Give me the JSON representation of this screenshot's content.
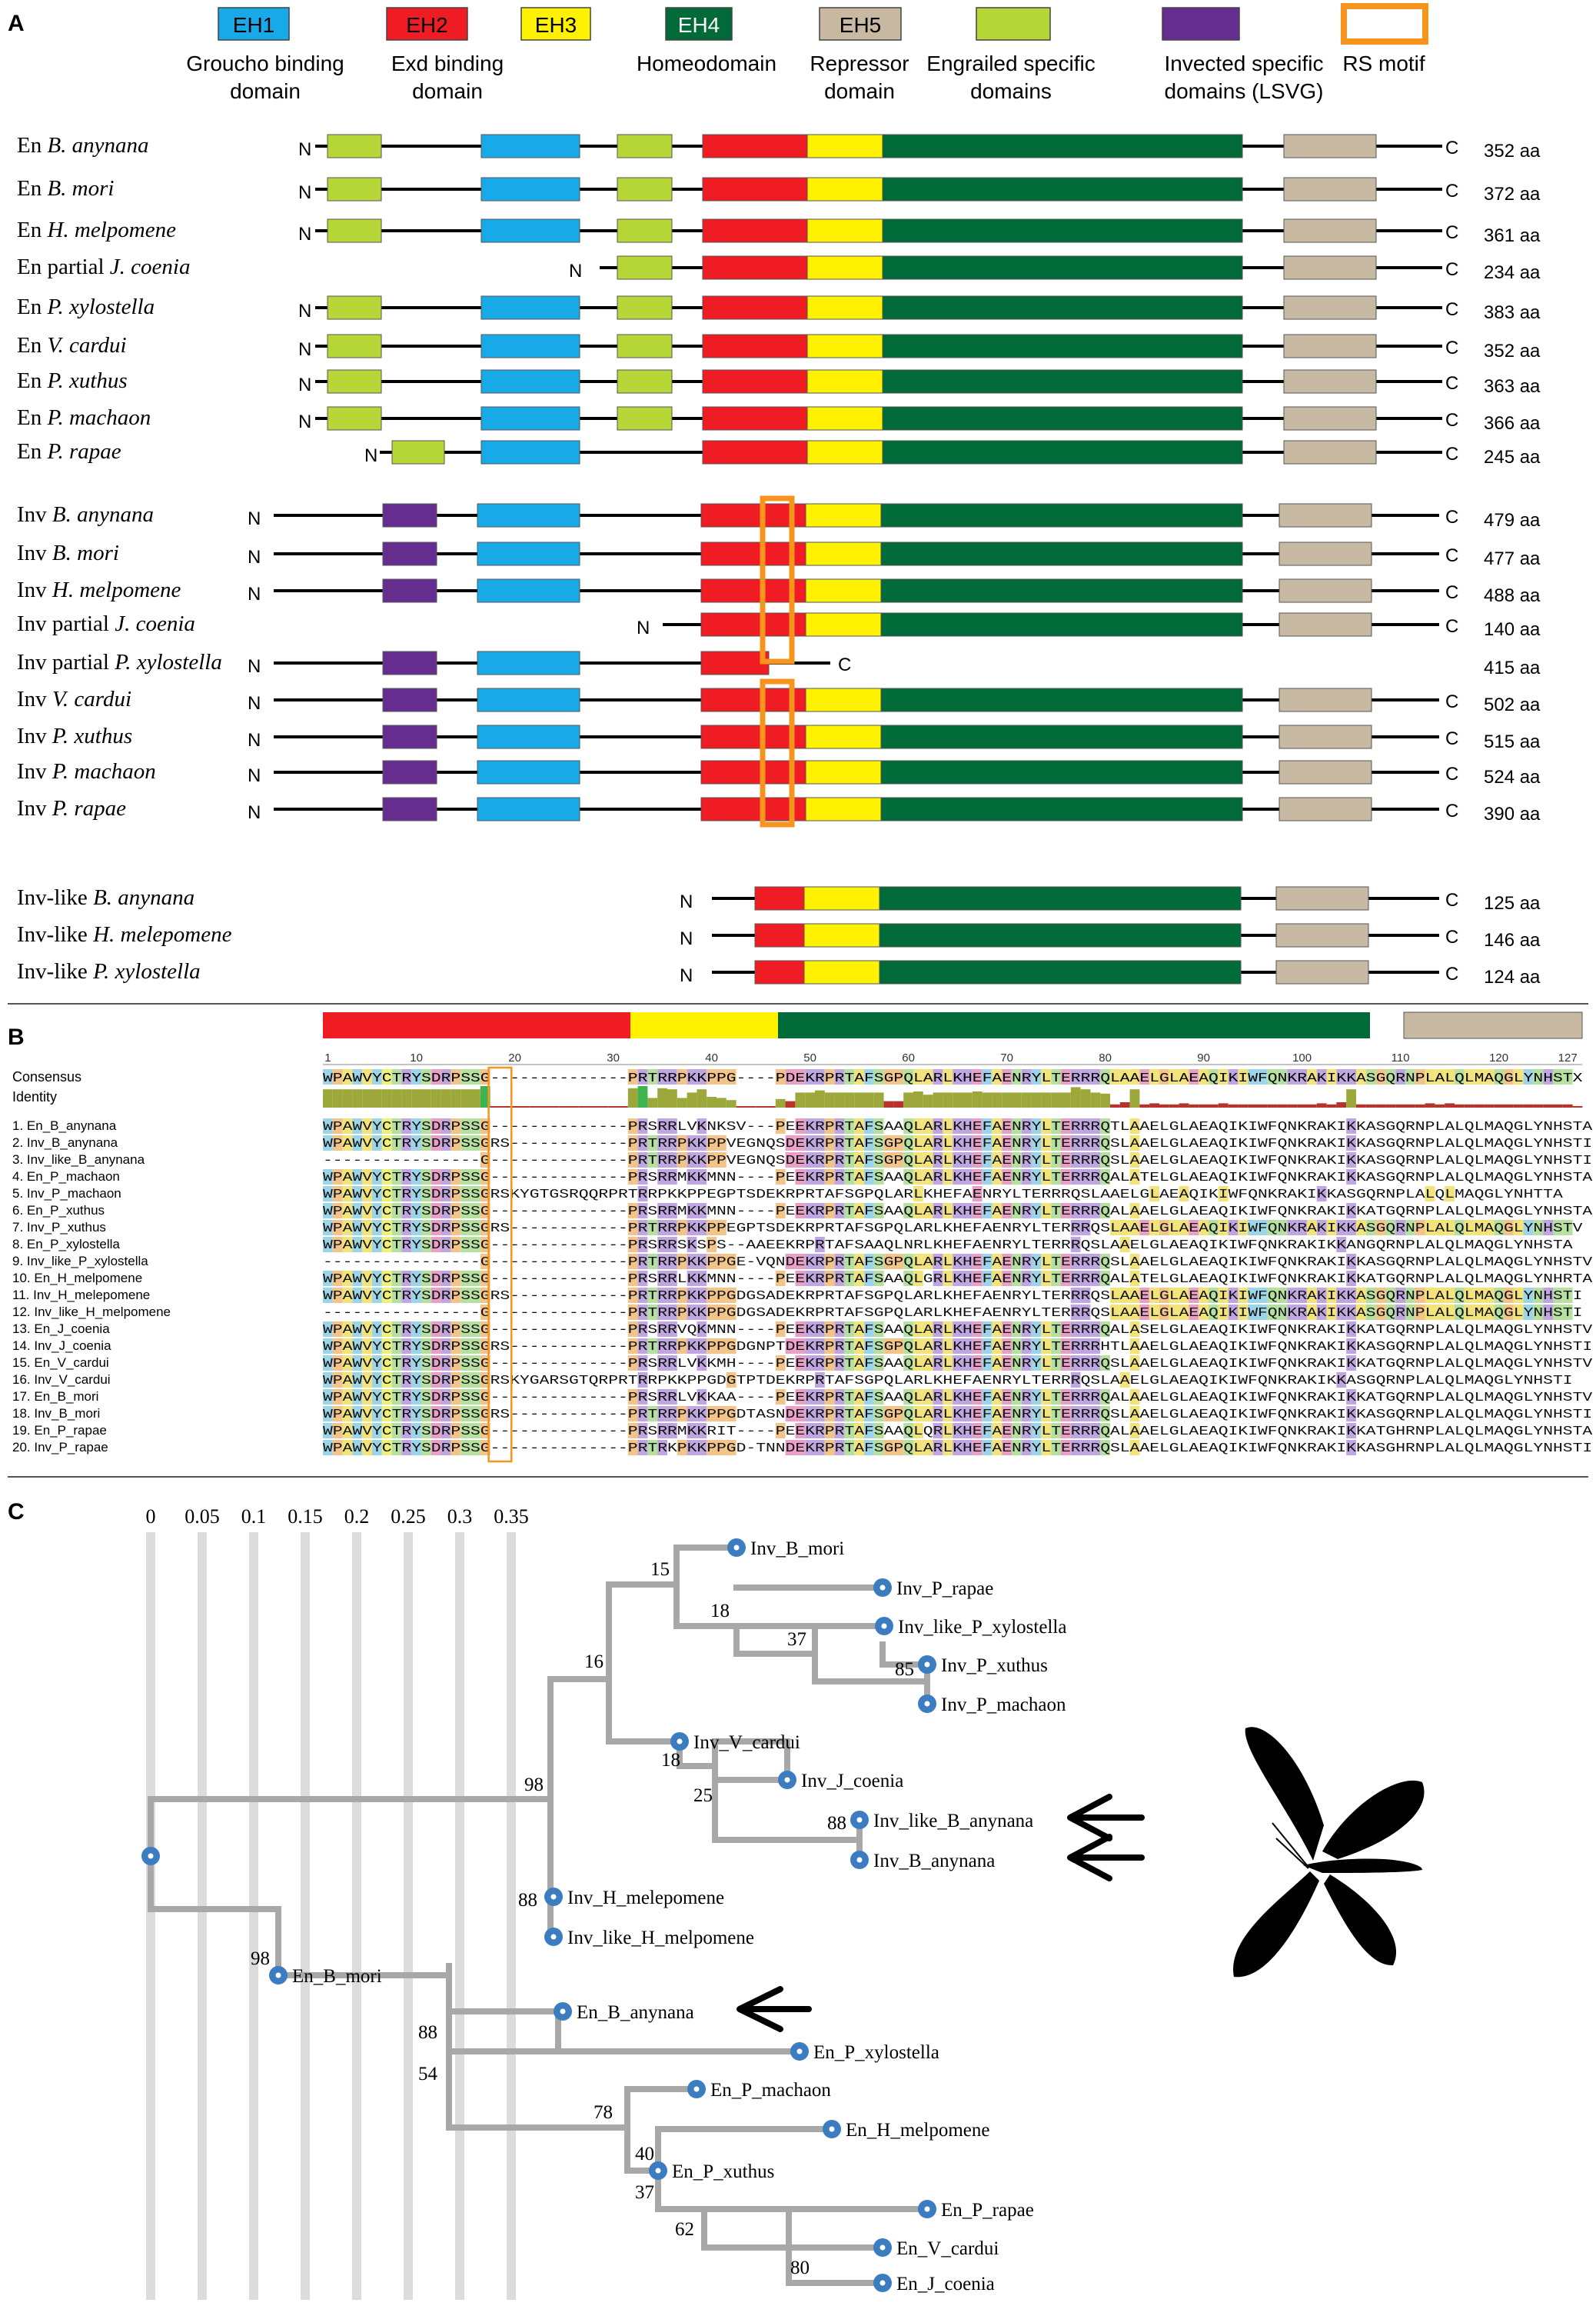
{
  "panels": {
    "a": "A",
    "b": "B",
    "c": "C"
  },
  "colors": {
    "EH1": "#17a9e8",
    "EH2": "#ef1c24",
    "EH3": "#fff200",
    "EH4": "#006a38",
    "EH5": "#c7b9a2",
    "EN": "#b5d636",
    "INV": "#662d91",
    "RS": "#f7941d",
    "tree_line": "#a8a8a8",
    "grid": "#dcdcdc",
    "node": "#3b7dc0"
  },
  "legend": [
    {
      "key": "EH1",
      "box_label": "EH1",
      "caption": [
        "Groucho binding",
        "domain"
      ]
    },
    {
      "key": "EH2",
      "box_label": "EH2",
      "caption": [
        "Exd binding",
        "domain"
      ]
    },
    {
      "key": "EH3",
      "box_label": "EH3",
      "caption": []
    },
    {
      "key": "EH4",
      "box_label": "EH4",
      "caption": [
        "Homeodomain"
      ]
    },
    {
      "key": "EH5",
      "box_label": "EH5",
      "caption": [
        "Repressor",
        "domain"
      ]
    },
    {
      "key": "EN",
      "box_label": "",
      "caption": [
        "Engrailed specific",
        "domains"
      ]
    },
    {
      "key": "INV",
      "box_label": "",
      "caption": [
        "Invected specific",
        "domains (LSVG)"
      ]
    },
    {
      "key": "RS",
      "box_label": "",
      "caption": [
        "RS motif"
      ]
    }
  ],
  "proteins": [
    {
      "prefix": "En ",
      "species": "B. anynana",
      "length": "352 aa",
      "group": "en"
    },
    {
      "prefix": "En ",
      "species": "B. mori",
      "length": "372 aa",
      "group": "en"
    },
    {
      "prefix": "En ",
      "species": "H. melpomene",
      "length": "361 aa",
      "group": "en"
    },
    {
      "prefix": "En partial ",
      "species": "J. coenia",
      "length": "234 aa",
      "group": "en"
    },
    {
      "prefix": "En ",
      "species": "P. xylostella",
      "length": "383 aa",
      "group": "en"
    },
    {
      "prefix": "En ",
      "species": "V. cardui",
      "length": "352 aa",
      "group": "en"
    },
    {
      "prefix": "En ",
      "species": "P. xuthus",
      "length": "363 aa",
      "group": "en"
    },
    {
      "prefix": "En ",
      "species": "P. machaon",
      "length": "366 aa",
      "group": "en"
    },
    {
      "prefix": "En ",
      "species": "P. rapae",
      "length": "245 aa",
      "group": "en"
    },
    {
      "prefix": "Inv ",
      "species": "B. anynana",
      "length": "479 aa",
      "group": "inv"
    },
    {
      "prefix": "Inv ",
      "species": "B. mori",
      "length": "477 aa",
      "group": "inv"
    },
    {
      "prefix": "Inv ",
      "species": "H. melpomene",
      "length": "488 aa",
      "group": "inv"
    },
    {
      "prefix": "Inv partial ",
      "species": "J. coenia",
      "length": "140 aa",
      "group": "inv"
    },
    {
      "prefix": "Inv partial ",
      "species": "P. xylostella",
      "length": "415 aa",
      "group": "inv"
    },
    {
      "prefix": "Inv ",
      "species": "V. cardui",
      "length": "502 aa",
      "group": "inv"
    },
    {
      "prefix": "Inv ",
      "species": "P. xuthus",
      "length": "515 aa",
      "group": "inv"
    },
    {
      "prefix": "Inv ",
      "species": "P. machaon",
      "length": "524 aa",
      "group": "inv"
    },
    {
      "prefix": "Inv ",
      "species": "P. rapae",
      "length": "390 aa",
      "group": "inv"
    },
    {
      "prefix": "Inv-like ",
      "species": "B. anynana",
      "length": "125 aa",
      "group": "like"
    },
    {
      "prefix": "Inv-like ",
      "species": "H. melepomene",
      "length": "146 aa",
      "group": "like"
    },
    {
      "prefix": "Inv-like ",
      "species": "P. xylostella",
      "length": "124 aa",
      "group": "like"
    }
  ],
  "termini": {
    "n": "N",
    "c": "C"
  },
  "alignment": {
    "consensus_label": "Consensus",
    "identity_label": "Identity",
    "ticks": [
      1,
      10,
      20,
      30,
      40,
      50,
      60,
      70,
      80,
      90,
      100,
      110,
      120,
      127
    ],
    "consensus": "WPAWVYCTRYSDRPSSG--------------PRTRRPKKPPG----PDEKRPRTAFSGPQLARLKHEFAENRYLTERRRQLAAELGLAEAQIKIWFQNKRAKIKKASGQRNPLALQLMAQGLYNHSTX",
    "sequences": [
      {
        "label": "1. En_B_anynana",
        "seq": "WPAWVYCTRYSDRPSSG--------------PRSRRLVKNKSV---PEEKRPRTAFSAAQLARLKHEFAENRYLTERRRQTLAAELGLAEAQIKIWFQNKRAKIKKASGQRNPLALQLMAQGLYNHSTA"
      },
      {
        "label": "2. Inv_B_anynana",
        "seq": "WPAWVYCTRYSDRPSSGRS------------PRTRRPKKPPVEGNQSDEKRPRTAFSGPQLARLKHEFAENRYLTERRRQSLAAELGLAEAQIKIWFQNKRAKIKKASGQRNPLALQLMAQGLYNHSTI"
      },
      {
        "label": "3. Inv_like_B_anynana",
        "seq": "----------------G--------------PRTRRPKKPPVEGNQSDEKRPRTAFSGPQLARLKHEFAENRYLTERRRQSLAAELGLAEAQIKIWFQNKRAKIKKASGQRNPLALQLMAQGLYNHSTI"
      },
      {
        "label": "4. En_P_machaon",
        "seq": "WPAWVYCTRYSDRPSSG--------------PRSRRMKKMNN----PEEKRPRTAFSAAQLARLKHEFAENRYLTERRRQALATELGLAEAQIKIWFQNKRAKIKKASGQRNPLALQLMAQGLYNHSTA"
      },
      {
        "label": "5. Inv_P_machaon",
        "seq": "WPAWVYCTRYSDRPSSGRSKYGTGSRQQRPRTRRPKKPPEGPTSDEKRPRTAFSGPQLARLKHEFAENRYLTERRRQSLAAELGLAEAQIKIWFQNKRAKIKKASGQRNPLALQLMAQGLYNHTTA"
      },
      {
        "label": "6. En_P_xuthus",
        "seq": "WPAWVYCTRYSDRPSSG--------------PRSRRMKKMNN----PEEKRPRTAFSAAQLARLKHEFAENRYLTERRRQALAAELGLAEAQIKIWFQNKRAKIKKATGQRNPLALQLMAQGLYNHSTA"
      },
      {
        "label": "7. Inv_P_xuthus",
        "seq": "WPAWVYCTRYSDRPSSGRS------------PRTRRPKKPPEGPTSDEKRPRTAFSGPQLARLKHEFAENRYLTERRRQSLAAELGLAEAQIKIWFQNKRAKIKKASGQRNPLALQLMAQGLYNHSTV"
      },
      {
        "label": "8. En_P_xylostella",
        "seq": "WPAWVYCTRYSDRPSSG--------------PRSRRSKSPS--AAEEKRPRTAFSAAQLNRLKHEFAENRYLTERRRQSLAAELGLAEAQIKIWFQNKRAKIKKANGQRNPLALQLMAQGLYNHSTA"
      },
      {
        "label": "9. Inv_like_P_xylostella",
        "seq": "----------------G--------------PRTRRPKKPPGE-VQNDEKRPRTAFSGPQLARLKHEFAENRYLTERRRQSLAAELGLAEAQIKIWFQNKRAKIKKASGQRNPLALQLMAQGLYNHSTV"
      },
      {
        "label": "10. En_H_melpomene",
        "seq": "WPAWVYCTRYSDRPSSG--------------PRSRRLKKMNN----PEEKRPRTAFSAAQLGRLKHEFAENRYLTERRRQALATELGLAEAQIKIWFQNKRAKIKKATGQRNPLALQLMAQGLYNHRTA"
      },
      {
        "label": "11. Inv_H_melepomene",
        "seq": "WPAWVYCTRYSDRPSSGRS------------PRTRRPKKPPGDGSADEKRPRTAFSGPQLARLKHEFAENRYLTERRRQSLAAELGLAEAQIKIWFQNKRAKIKKASGQRNPLALQLMAQGLYNHSTI"
      },
      {
        "label": "12. Inv_like_H_melpomene",
        "seq": "----------------G--------------PRTRRPKKPPGDGSADEKRPRTAFSGPQLARLKHEFAENRYLTERRRQSLAAELGLAEAQIKIWFQNKRAKIKKASGQRNPLALQLMAQGLYNHSTI"
      },
      {
        "label": "13. En_J_coenia",
        "seq": "WPAWVYCTRYSDRPSSG--------------PRSRRVQKMNN----PEEKRPRTAFSAAQLARLKHEFAENRYLTERRRQALASELGLAEAQIKIWFQNKRAKIKKATGQRNPLALQLMAQGLYNHSTV"
      },
      {
        "label": "14. Inv_J_coenia",
        "seq": "WPAWVYCTRYSDRPSSGRS------------PRTRRPKKPPGDGNPTDEKRPRTAFSGPQLARLKHEFAENRYLTERRRHTLAAELGLAEAQIKIWFQNKRAKIKKASGQRNPLALQLMAQGLYNHSTI"
      },
      {
        "label": "15. En_V_cardui",
        "seq": "WPAWVYCTRYSDRPSSG--------------PRSRRLVKKMH----PEEKRPRTAFSAAQLARLKHEFAENRYLTERRRQSLAAELGLAEAQIKIWFQNKRAKIKKATGQRNPLALQLMAQGLYNHSTV"
      },
      {
        "label": "16. Inv_V_cardui",
        "seq": "WPAWVYCTRYSDRPSSGRSKYGARSGTQRPRTRRPKKPPGDGTPTDEKRPRTAFSGPQLARLKHEFAENRYLTERRRQSLAAELGLAEAQIKIWFQNKRAKIKKASGQRNPLALQLMAQGLYNHSTI"
      },
      {
        "label": "17. En_B_mori",
        "seq": "WPAWVYCTRYSDRPSSG--------------PRSRRLVKKAA----PEEKRPRTAFSAAQLARLKHEFAENRYLTERRRQALAAELGLAEAQIKIWFQNKRAKIKKATGQRNPLALQLMAQGLYNHSTV"
      },
      {
        "label": "18. Inv_B_mori",
        "seq": "WPAWVYCTRYSDRPSSGRS------------PRTRRPKKPPGDTASNDEKRPRTAFSGPQLARLKHEFAENRYLTERRRQSLAAELGLAEAQIKIWFQNKRAKIKKASGQRNPLALQLMAQGLYNHSTI"
      },
      {
        "label": "19. En_P_rapae",
        "seq": "WPAWVYCTRYSDRPSSG--------------PRSRRMKKRIT----PEEKRPRTAFSAAQLQRLKHEFAENRYLTERRRQALAAELGLAEAQIKIWFQNKRAKIKKATGHRNPLALQLMAQGLYNHSTA"
      },
      {
        "label": "20. Inv_P_rapae",
        "seq": "WPAWVYCTRYSDRPSSG--------------PRTRKPKKPPGD-TNNDEKRPRTAFSGPQLARLKHEFAENRYLTERRRQSLAAELGLAEAQIKIWFQNKRAKIKKASGHRNPLALQLMAQGLYNHSTI"
      }
    ]
  },
  "tree": {
    "scale_labels": [
      "0",
      "0.05",
      "0.1",
      "0.15",
      "0.2",
      "0.25",
      "0.3",
      "0.35"
    ],
    "leaves": [
      {
        "label": "Inv_B_mori"
      },
      {
        "label": "Inv_P_rapae"
      },
      {
        "label": "Inv_like_P_xylostella"
      },
      {
        "label": "Inv_P_xuthus"
      },
      {
        "label": "Inv_P_machaon"
      },
      {
        "label": "Inv_V_cardui"
      },
      {
        "label": "Inv_J_coenia"
      },
      {
        "label": "Inv_like_B_anynana"
      },
      {
        "label": "Inv_B_anynana"
      },
      {
        "label": "Inv_H_melepomene"
      },
      {
        "label": "Inv_like_H_melpomene"
      },
      {
        "label": "En_B_mori"
      },
      {
        "label": "En_B_anynana"
      },
      {
        "label": "En_P_xylostella"
      },
      {
        "label": "En_P_machaon"
      },
      {
        "label": "En_H_melpomene"
      },
      {
        "label": "En_P_xuthus"
      },
      {
        "label": "En_P_rapae"
      },
      {
        "label": "En_V_cardui"
      },
      {
        "label": "En_J_coenia"
      }
    ],
    "support": [
      "15",
      "18",
      "37",
      "85",
      "16",
      "98",
      "18",
      "25",
      "88",
      "88",
      "98",
      "88",
      "54",
      "78",
      "40",
      "37",
      "62",
      "80"
    ]
  }
}
